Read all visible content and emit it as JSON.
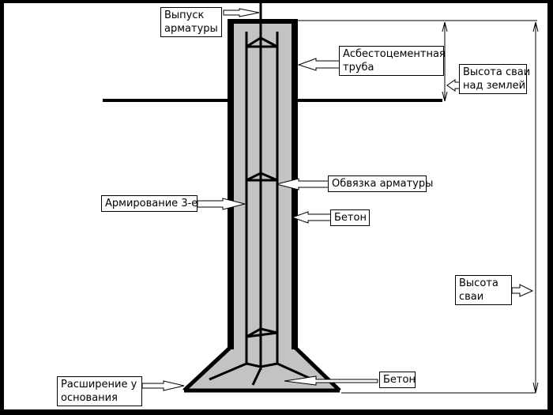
{
  "title": "Свая в асбестоцементной трубе",
  "colors": {
    "frame": "#000000",
    "background": "#ffffff",
    "concrete": "#c3c3c3",
    "lines": "#000000"
  },
  "labels": {
    "rebar_outlet": [
      "Выпуск",
      "арматуры"
    ],
    "asbestos_pipe": [
      "Асбестоцементная",
      "труба"
    ],
    "height_above_ground": [
      "Высота сваи",
      "над землей"
    ],
    "rebar_tie": "Обвязка арматуры",
    "reinforcement": "Армирование 3-е",
    "concrete_shaft": "Бетон",
    "pile_height": [
      "Высота",
      "сваи"
    ],
    "base_widening": [
      "Расширение у",
      "основания"
    ],
    "concrete_base": "Бетон"
  }
}
